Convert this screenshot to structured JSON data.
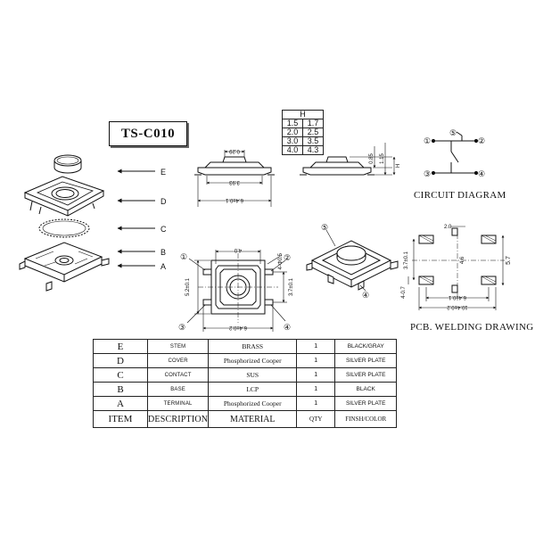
{
  "title": "TS-C010",
  "height_table": {
    "header": "H",
    "rows": [
      [
        "1.5",
        "1.7"
      ],
      [
        "2.0",
        "2.5"
      ],
      [
        "3.0",
        "3.5"
      ],
      [
        "4.0",
        "4.3"
      ]
    ]
  },
  "explode_labels": [
    "E",
    "D",
    "C",
    "B",
    "A"
  ],
  "dimensions": {
    "side_top_width": "0.29",
    "side_mid_width": "3.93",
    "side_bottom_width": "6.4±0.1",
    "side_thickness": "0.85",
    "side_total": "1.15",
    "side_h": "H",
    "top_width": "4.0",
    "top_corner": "4-Φ0.5",
    "top_inner_v": "3.7±0.1",
    "top_outer_v": "5.2±0.1",
    "top_bottom_width": "6.4±0.2"
  },
  "pin_numbers": [
    "①",
    "②",
    "③",
    "④",
    "⑤"
  ],
  "circuit": {
    "caption": "CIRCUIT DIAGRAM",
    "pins": [
      "①",
      "②",
      "③",
      "④",
      "⑤"
    ]
  },
  "pcb": {
    "caption": "PCB. WELDING DRAWING",
    "dims": {
      "top": "2.0",
      "left_v": "3.7±0.1",
      "center_v": "4.6",
      "right_v": "5.7",
      "pad_bl": "4-0.7",
      "inner_w": "6.4±0.1",
      "outer_w": "10.4±0.2"
    }
  },
  "bom": {
    "rows": [
      {
        "item": "E",
        "desc": "STEM",
        "mat": "BRASS",
        "qty": "1",
        "fin": "BLACK/GRAY"
      },
      {
        "item": "D",
        "desc": "COVER",
        "mat": "Phosphorized Cooper",
        "qty": "1",
        "fin": "SILVER PLATE"
      },
      {
        "item": "C",
        "desc": "CONTACT",
        "mat": "SUS",
        "qty": "1",
        "fin": "SILVER PLATE"
      },
      {
        "item": "B",
        "desc": "BASE",
        "mat": "LCP",
        "qty": "1",
        "fin": "BLACK"
      },
      {
        "item": "A",
        "desc": "TERMINAL",
        "mat": "Phosphorized Cooper",
        "qty": "1",
        "fin": "SILVER PLATE"
      }
    ],
    "header": {
      "item": "ITEM",
      "desc": "DESCRIPTION",
      "mat": "MATERIAL",
      "qty": "QTY",
      "fin": "FINSH/COLOR"
    }
  }
}
